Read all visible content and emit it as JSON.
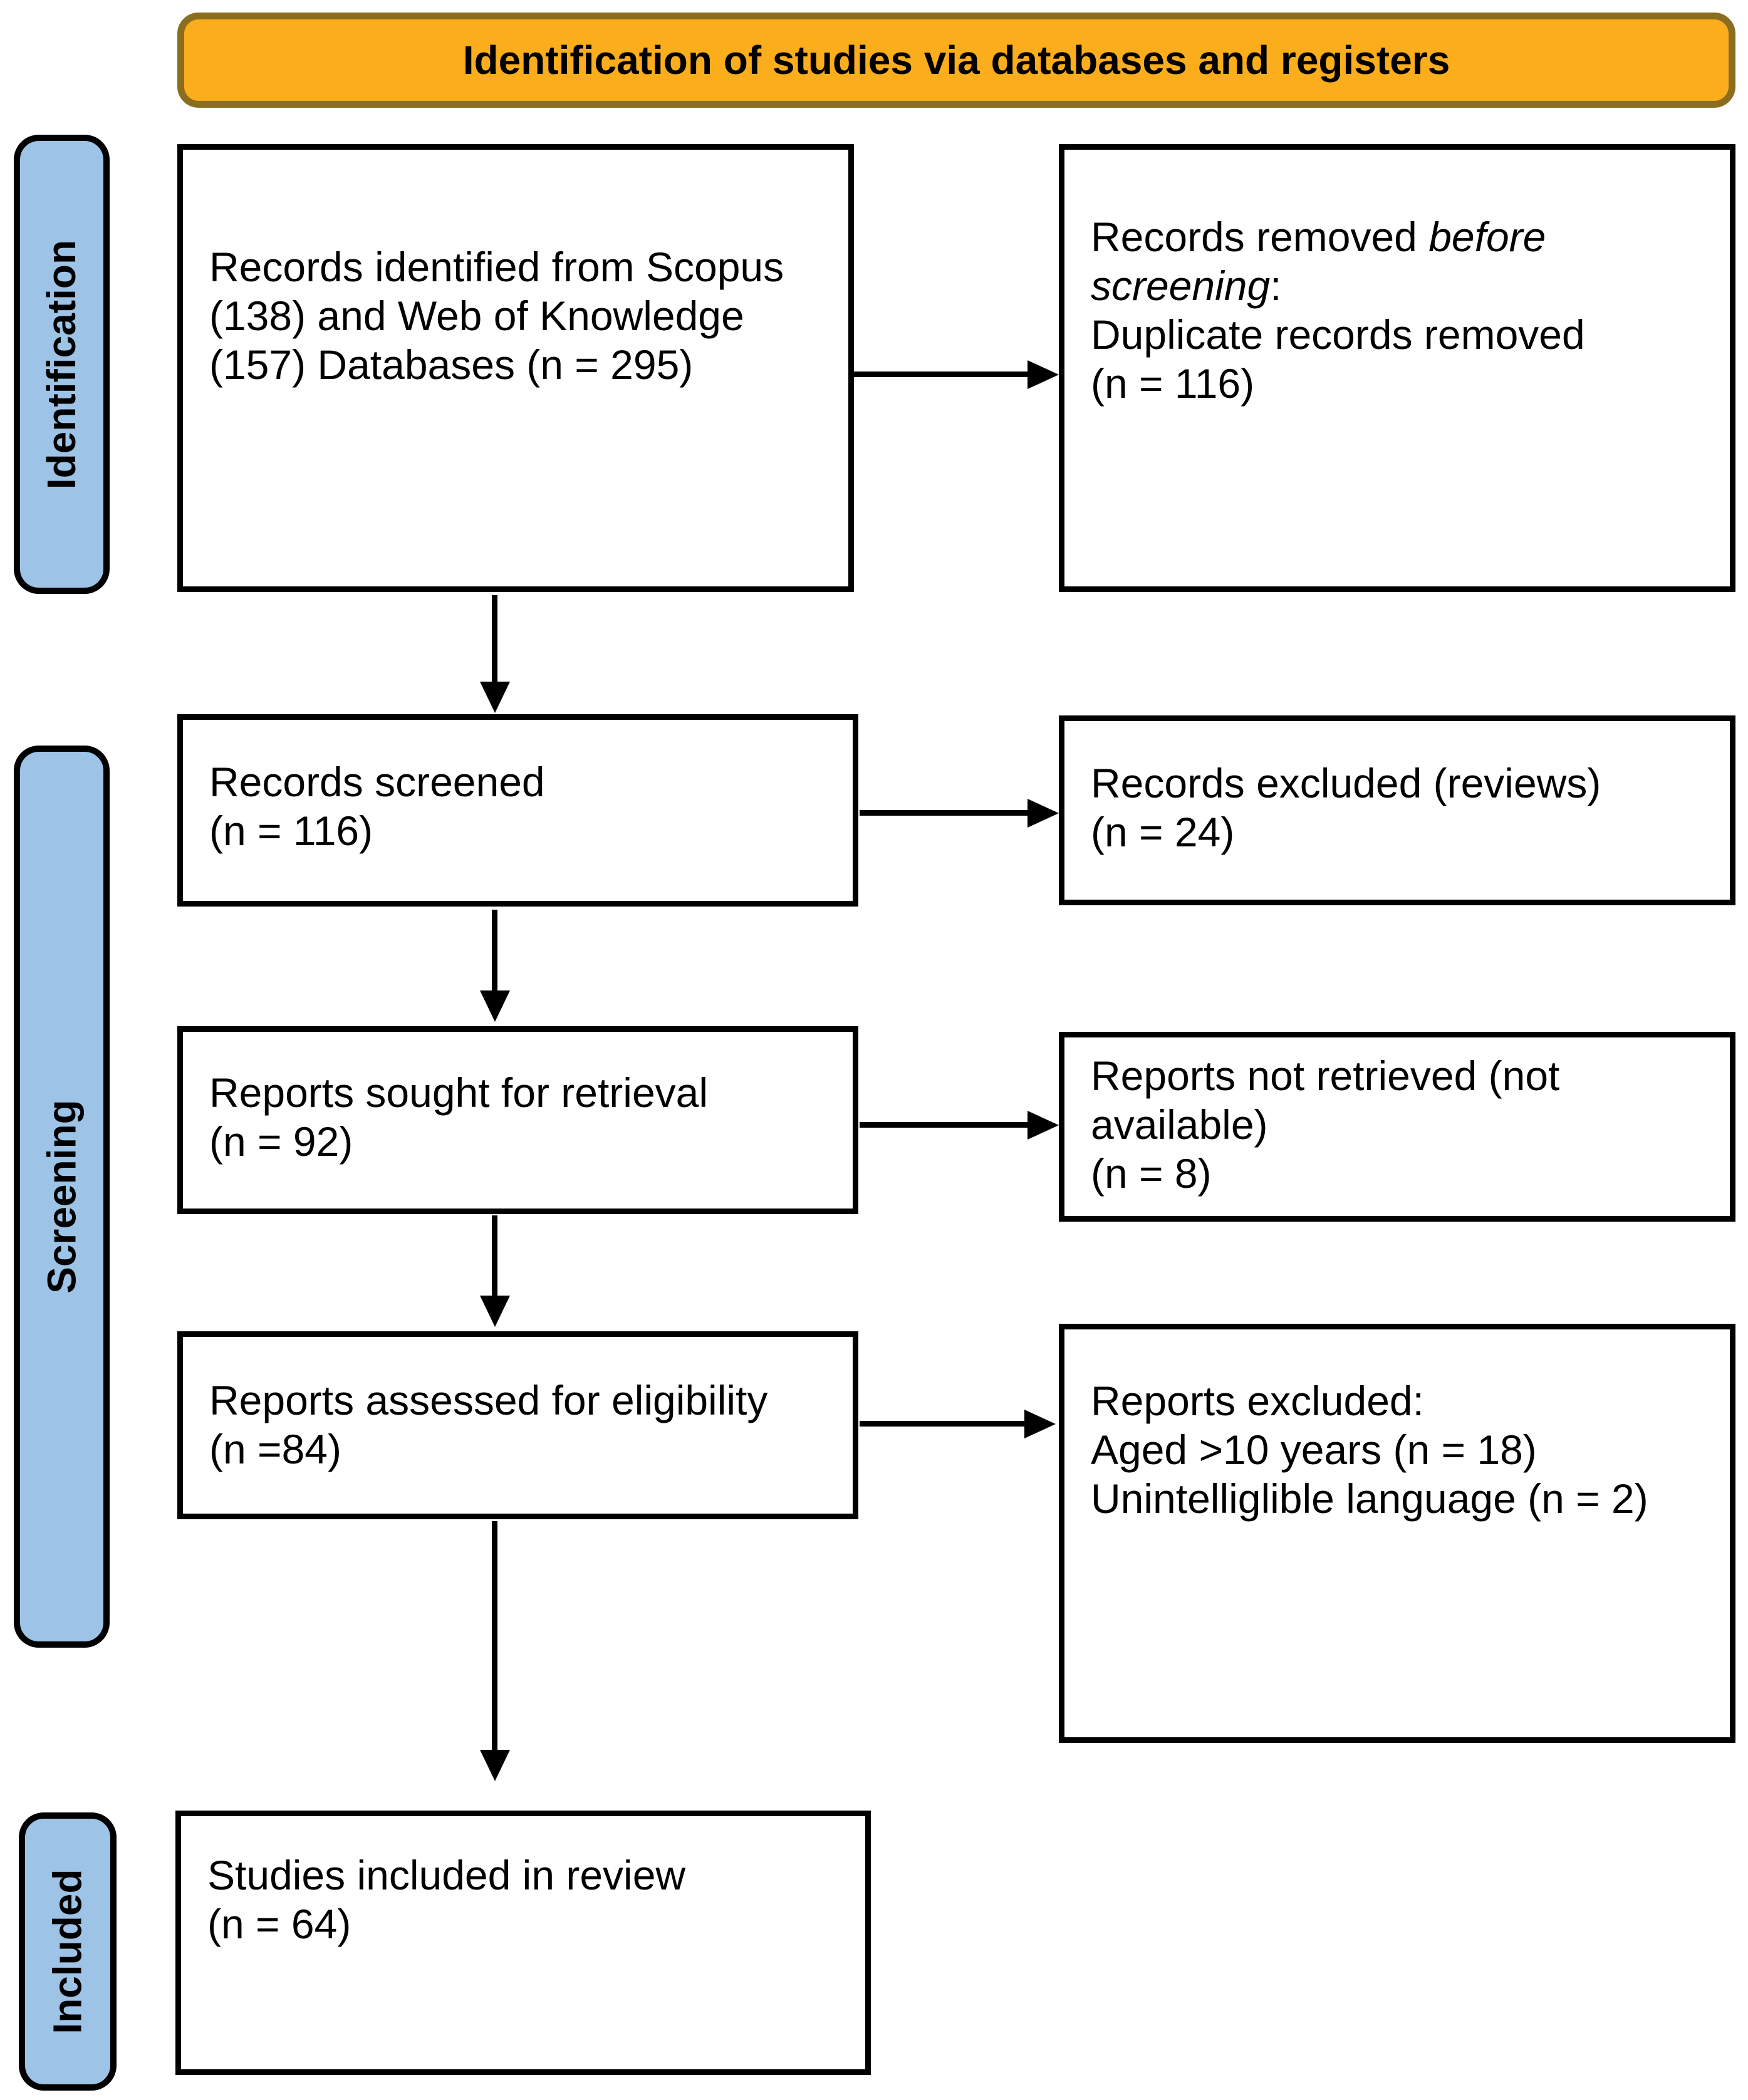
{
  "banner": {
    "label": "Identification of studies via databases and registers"
  },
  "sidebar": {
    "identification": "Identification",
    "screening": "Screening",
    "included": "Included"
  },
  "boxes": {
    "records_identified": {
      "lines": [
        "Records identified from Scopus",
        "(138) and Web of Knowledge",
        "(157) Databases (n = 295)"
      ]
    },
    "records_removed": {
      "line1_regular": "Records removed ",
      "line1_italic": "before",
      "line2_italic": "screening",
      "line2_regular": ":",
      "line3": "Duplicate records removed",
      "line4": "(n = 116)"
    },
    "records_screened": {
      "lines": [
        "Records screened",
        "(n = 116)"
      ]
    },
    "records_excluded": {
      "lines": [
        "Records excluded (reviews)",
        "(n = 24)"
      ]
    },
    "reports_sought": {
      "lines": [
        "Reports sought for retrieval",
        "(n = 92)"
      ]
    },
    "reports_not_retrieved": {
      "lines": [
        "Reports not retrieved (not",
        "available)",
        "(n = 8)"
      ]
    },
    "reports_assessed": {
      "lines": [
        "Reports assessed for eligibility",
        "(n =84)"
      ]
    },
    "reports_excluded": {
      "lines": [
        "Reports excluded:",
        "Aged >10 years (n = 18)",
        "Unintelliglible language (n = 2)"
      ]
    },
    "studies_included": {
      "lines": [
        "Studies included in review",
        "(n = 64)"
      ]
    }
  },
  "colors": {
    "banner_fill": "#FBAD1B",
    "banner_border": "#8A6D1F",
    "tab_fill": "#9DC3E6",
    "box_border": "#000000",
    "arrow": "#000000"
  }
}
